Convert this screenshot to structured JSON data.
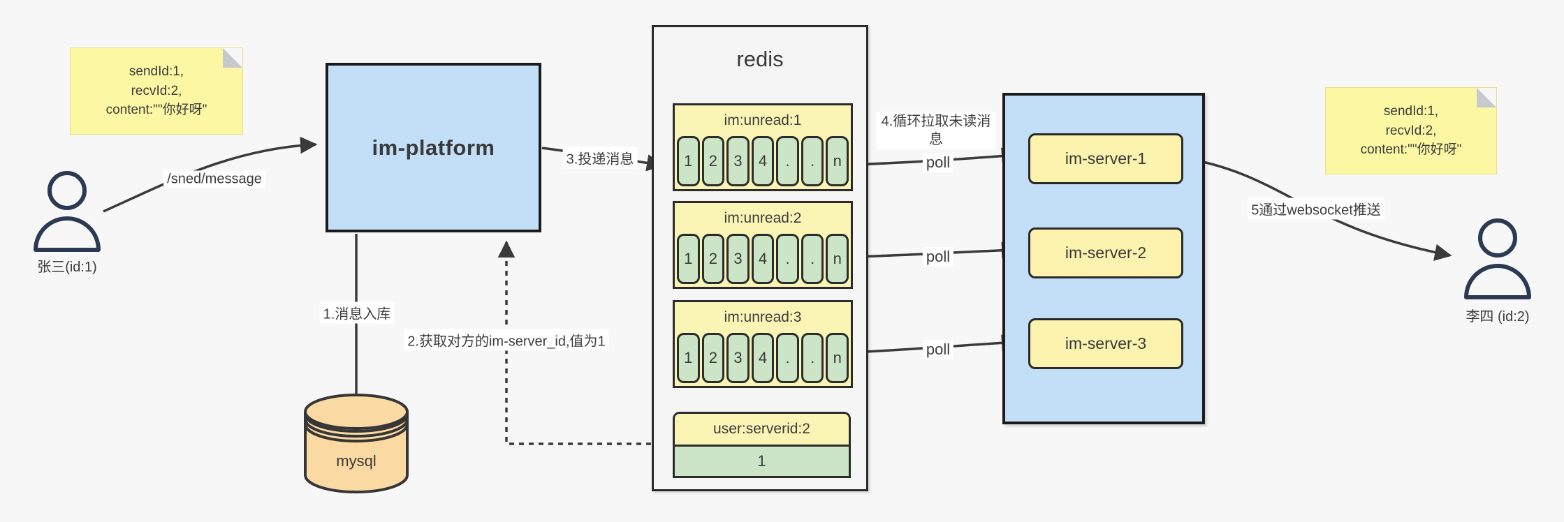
{
  "page": {
    "background": "#f7f7f7"
  },
  "colors": {
    "box_blue": "#c3dff7",
    "note_yellow": "#fbf7a3",
    "queue_yellow": "#fbf5b5",
    "server_yellow": "#fbf3ae",
    "cell_green": "#cbe5c6",
    "db_orange": "#fad9a2",
    "container_gray": "#f5f5f5",
    "line_dark": "#3a3a3a"
  },
  "notes": {
    "left": {
      "lines": [
        "sendId:1,",
        "recvId:2,",
        "content:\"\"你好呀\""
      ]
    },
    "right": {
      "lines": [
        "sendId:1,",
        "recvId:2,",
        "content:\"\"你好呀\""
      ]
    }
  },
  "actors": {
    "sender": {
      "label": "张三(id:1)"
    },
    "receiver": {
      "label": "李四 (id:2)"
    }
  },
  "platform": {
    "label": "im-platform"
  },
  "database": {
    "label": "mysql"
  },
  "redis": {
    "title": "redis",
    "queues": [
      {
        "name": "im:unread:1",
        "cells": [
          "1",
          "2",
          "3",
          "4",
          ".",
          ".",
          "n"
        ]
      },
      {
        "name": "im:unread:2",
        "cells": [
          "1",
          "2",
          "3",
          "4",
          ".",
          ".",
          "n"
        ]
      },
      {
        "name": "im:unread:3",
        "cells": [
          "1",
          "2",
          "3",
          "4",
          ".",
          ".",
          "n"
        ]
      }
    ],
    "kv": {
      "key": "user:serverid:2",
      "value": "1"
    }
  },
  "servers": {
    "items": [
      {
        "label": "im-server-1"
      },
      {
        "label": "im-server-2"
      },
      {
        "label": "im-server-3"
      }
    ]
  },
  "edges": {
    "send_api": "/sned/message",
    "step1": "1.消息入库",
    "step2": "2.获取对方的im-server_id,值为1",
    "step3": "3.投递消息",
    "step4": "4.循环拉取未读消息",
    "poll": "poll",
    "step5": "5通过websocket推送"
  }
}
